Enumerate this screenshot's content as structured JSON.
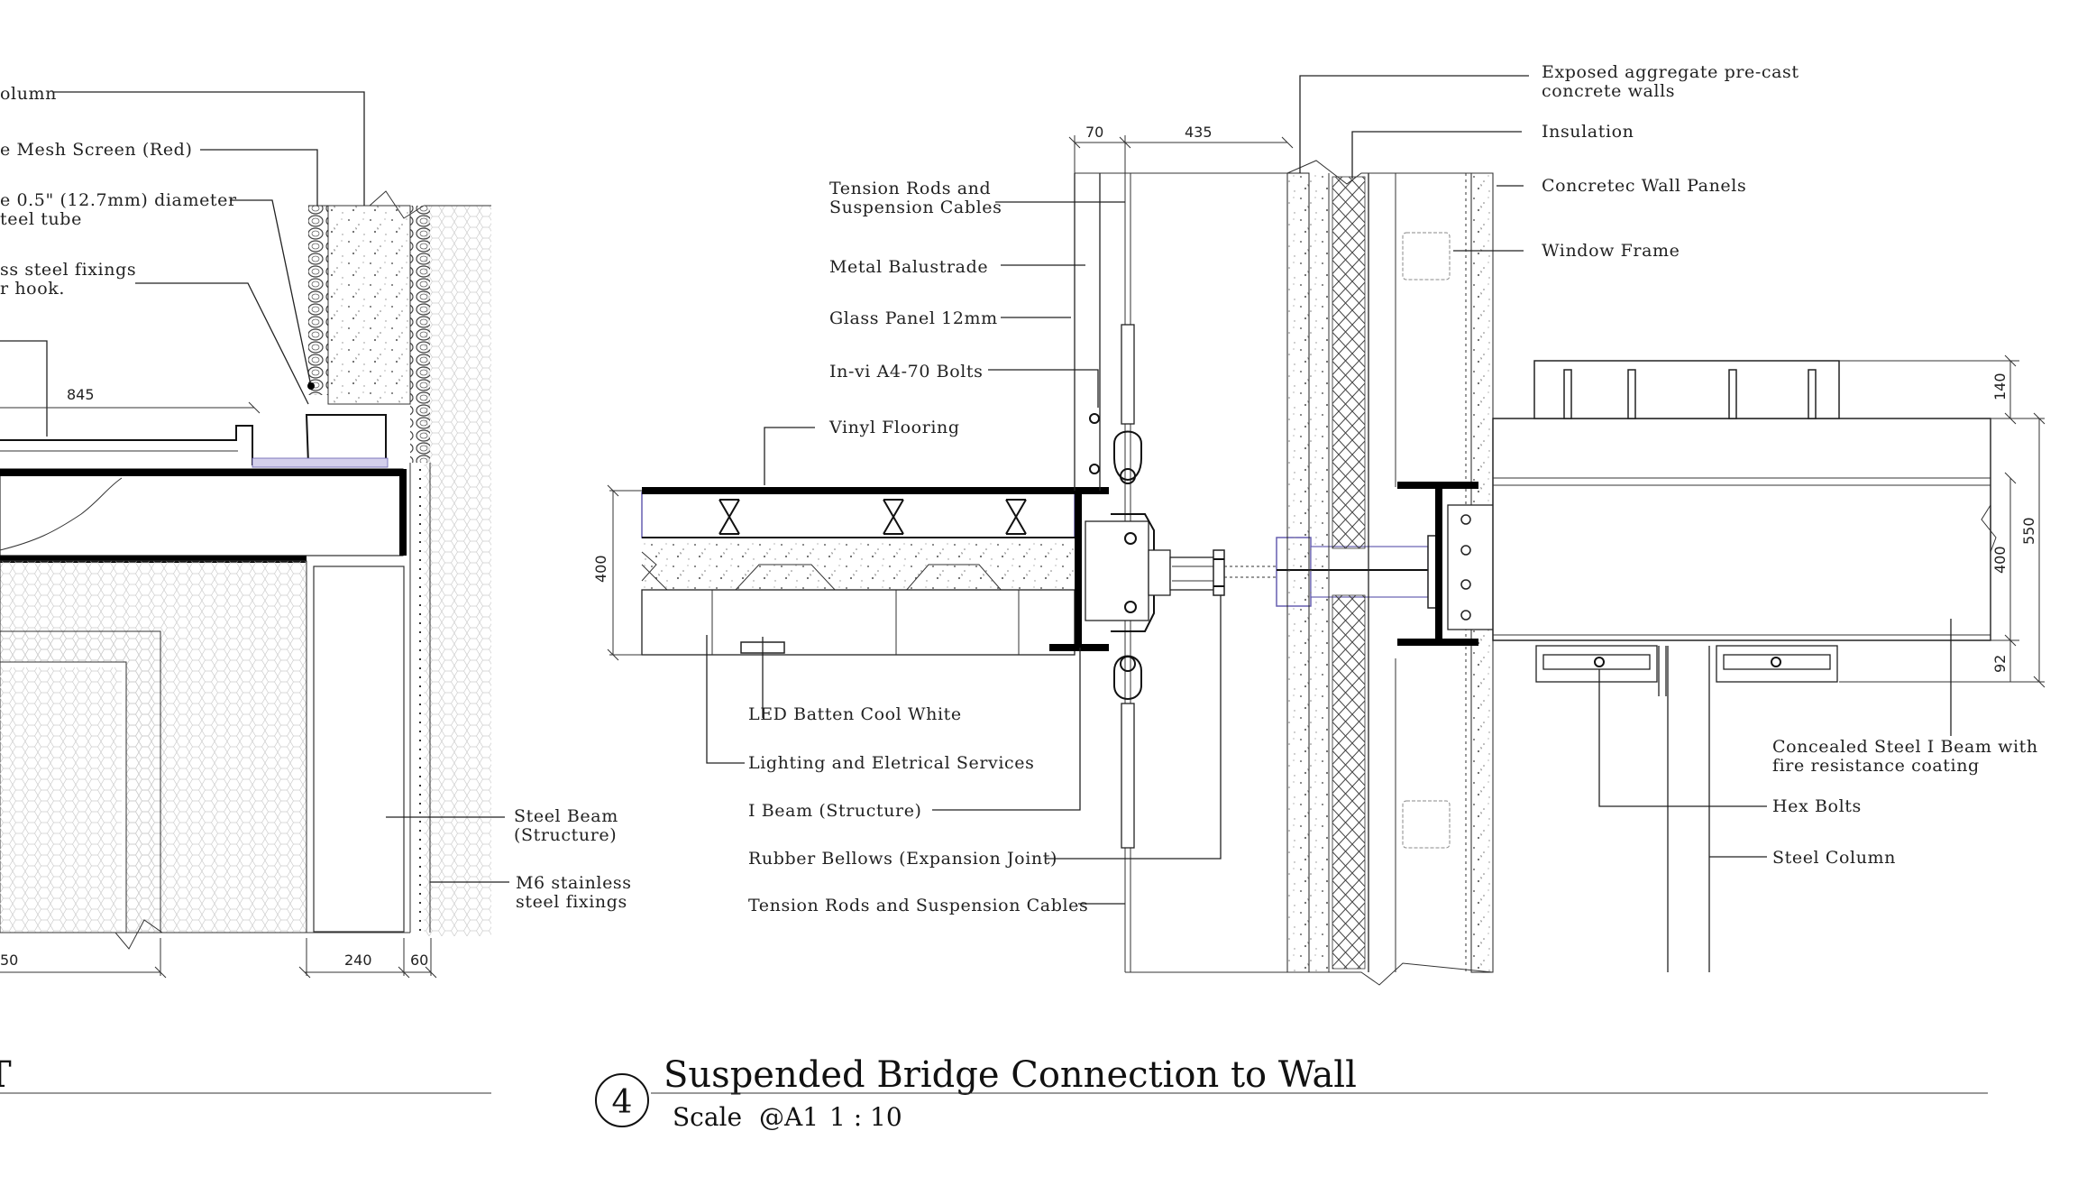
{
  "title": {
    "number": "4",
    "text": "Suspended Bridge Connection to Wall",
    "scale_label": "Scale",
    "scale_sheet": "@A1",
    "scale_ratio": "1 : 10"
  },
  "left_detail": {
    "labels": [
      "olumn",
      "e Mesh Screen (Red)",
      "e 0.5\" (12.7mm) diameter",
      "teel tube",
      "ss steel fixings",
      "r hook.",
      "Steel Beam",
      "(Structure)",
      "M6 stainless",
      "steel fixings"
    ],
    "dimensions": [
      "845",
      "50",
      "240",
      "60"
    ],
    "title_fragment": "T"
  },
  "main_detail": {
    "labels_left": [
      "Tension Rods and",
      "Suspension Cables",
      "Metal Balustrade",
      "Glass Panel 12mm",
      "In-vi A4-70 Bolts",
      "Vinyl Flooring",
      "LED Batten Cool White",
      "Lighting and Eletrical Services",
      "I Beam (Structure)",
      "Rubber Bellows (Expansion Joint)",
      "Tension Rods and Suspension Cables"
    ],
    "labels_right": [
      "Exposed aggregate pre-cast",
      "concrete walls",
      "Insulation",
      "Concretec Wall Panels",
      "Window Frame",
      "Concealed Steel I Beam with",
      "fire resistance coating",
      "Hex Bolts",
      "Steel Column"
    ],
    "dimensions": [
      "70",
      "435",
      "400",
      "140",
      "550",
      "400",
      "92"
    ]
  }
}
